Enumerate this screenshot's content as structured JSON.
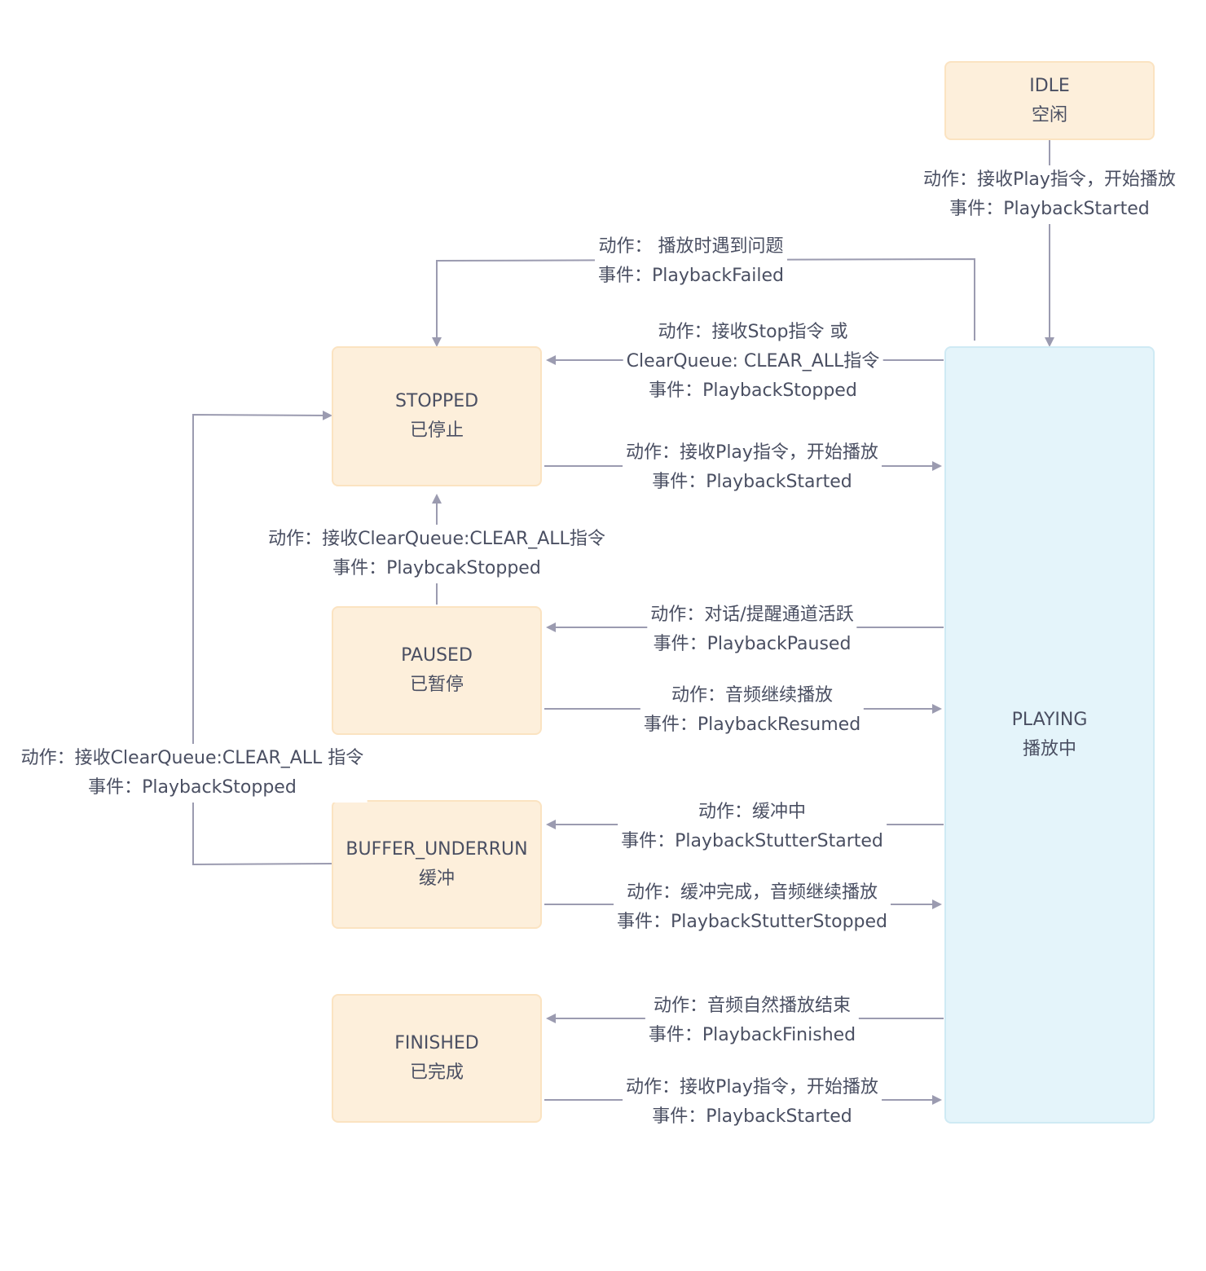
{
  "colors": {
    "state_fill": "#fdefdb",
    "state_border": "#fbe3c1",
    "playing_fill": "#e4f4fa",
    "playing_border": "#cfeaf4",
    "edge": "#9b9bb0",
    "text": "#4a4f62"
  },
  "states": {
    "idle": {
      "name": "IDLE",
      "cn": "空闲"
    },
    "stopped": {
      "name": "STOPPED",
      "cn": "已停止"
    },
    "paused": {
      "name": "PAUSED",
      "cn": "已暂停"
    },
    "buffer": {
      "name": "BUFFER_UNDERRUN",
      "cn": "缓冲"
    },
    "finished": {
      "name": "FINISHED",
      "cn": "已完成"
    },
    "playing": {
      "name": "PLAYING",
      "cn": "播放中"
    }
  },
  "transitions": {
    "idle_to_playing": {
      "action": "动作：接收Play指令，开始播放",
      "event": "事件：PlaybackStarted"
    },
    "playing_failed": {
      "action": "动作： 播放时遇到问题",
      "event": "事件：PlaybackFailed"
    },
    "playing_to_stopped": {
      "action": "动作：接收Stop指令 或",
      "action2": "ClearQueue: CLEAR_ALL指令",
      "event": "事件：PlaybackStopped"
    },
    "stopped_to_playing": {
      "action": "动作：接收Play指令，开始播放",
      "event": "事件：PlaybackStarted"
    },
    "paused_to_stopped": {
      "action": "动作：接收ClearQueue:CLEAR_ALL指令",
      "event": "事件：PlaybcakStopped"
    },
    "playing_to_paused": {
      "action": "动作：对话/提醒通道活跃",
      "event": "事件：PlaybackPaused"
    },
    "paused_to_playing": {
      "action": "动作：音频继续播放",
      "event": "事件：PlaybackResumed"
    },
    "buffer_to_stopped": {
      "action": "动作：接收ClearQueue:CLEAR_ALL 指令",
      "event": "事件：PlaybackStopped"
    },
    "playing_to_buffer": {
      "action": "动作：缓冲中",
      "event": "事件：PlaybackStutterStarted"
    },
    "buffer_to_playing": {
      "action": "动作：缓冲完成，音频继续播放",
      "event": "事件：PlaybackStutterStopped"
    },
    "playing_to_finished": {
      "action": "动作：音频自然播放结束",
      "event": "事件：PlaybackFinished"
    },
    "finished_to_playing": {
      "action": "动作：接收Play指令，开始播放",
      "event": "事件：PlaybackStarted"
    }
  }
}
